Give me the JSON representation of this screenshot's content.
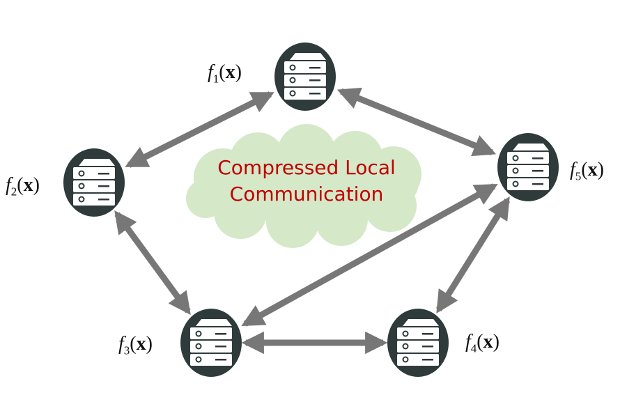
{
  "cloud": {
    "line1": "Compressed Local",
    "line2": "Communication",
    "fill": "#d5e8c8",
    "text_color": "#c00000"
  },
  "nodes": [
    {
      "id": "f1",
      "fn": "f",
      "sub": "1",
      "arg": "x"
    },
    {
      "id": "f2",
      "fn": "f",
      "sub": "2",
      "arg": "x"
    },
    {
      "id": "f3",
      "fn": "f",
      "sub": "3",
      "arg": "x"
    },
    {
      "id": "f4",
      "fn": "f",
      "sub": "4",
      "arg": "x"
    },
    {
      "id": "f5",
      "fn": "f",
      "sub": "5",
      "arg": "x"
    }
  ],
  "edges": [
    [
      "f1",
      "f2"
    ],
    [
      "f1",
      "f5"
    ],
    [
      "f2",
      "f3"
    ],
    [
      "f3",
      "f5"
    ],
    [
      "f3",
      "f4"
    ],
    [
      "f4",
      "f5"
    ]
  ],
  "colors": {
    "node": "#2f3b3a",
    "arrow": "#777777"
  }
}
